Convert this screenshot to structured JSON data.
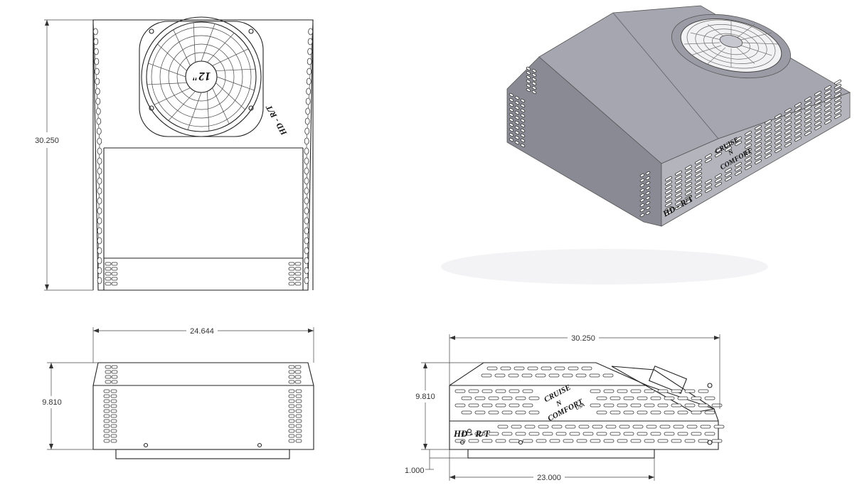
{
  "views": {
    "top": {
      "fan_label": "12\"",
      "model_label": "HD - R/T",
      "dim_height": "30.250"
    },
    "front": {
      "dim_width": "24.644",
      "dim_height": "9.810"
    },
    "side": {
      "dim_length": "30.250",
      "dim_height": "9.810",
      "dim_foot_offset": "1.000",
      "dim_base_length": "23.000",
      "logo_line1": "CRUISE",
      "logo_line2": "N",
      "logo_line3": "COMFORT",
      "logo_line4": "USA",
      "model_label": "HD - R/T"
    },
    "iso": {
      "logo_line1": "CRUISE",
      "logo_line2": "N",
      "logo_line3": "COMFORT",
      "model_label": "HD - R/T"
    }
  },
  "colors": {
    "line": "#222222",
    "iso_top": "#a3a3ad",
    "iso_front": "#8d8d97",
    "iso_side": "#b2b2bb"
  }
}
